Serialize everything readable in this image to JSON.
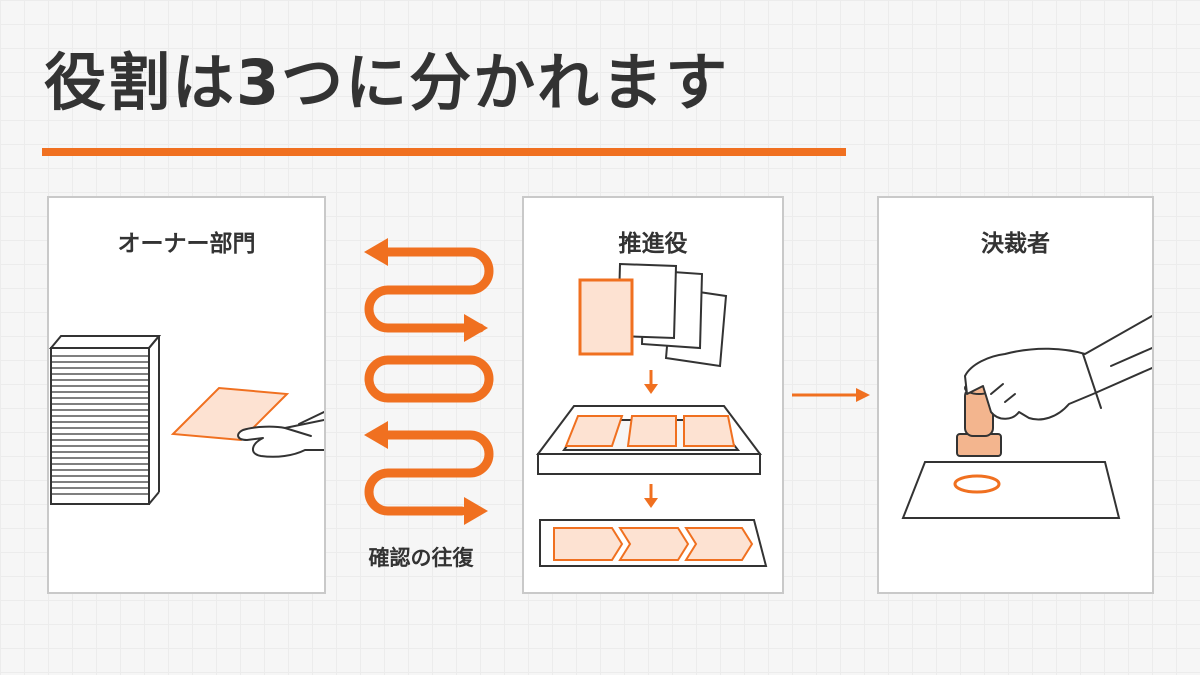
{
  "title": "役割は3つに分かれます",
  "colors": {
    "accent": "#f07020",
    "accent_light": "#fde2d2",
    "text": "#333333",
    "panel_border": "#c9c9c9"
  },
  "panels": [
    {
      "title": "オーナー部門"
    },
    {
      "title": "推進役"
    },
    {
      "title": "決裁者"
    }
  ],
  "loop_label": "確認の往復",
  "icons": [
    "paper-stack-icon",
    "hand-icon",
    "zigzag-arrow-icon",
    "card-deck-icon",
    "tray-icon",
    "process-flow-icon",
    "stamp-icon"
  ]
}
